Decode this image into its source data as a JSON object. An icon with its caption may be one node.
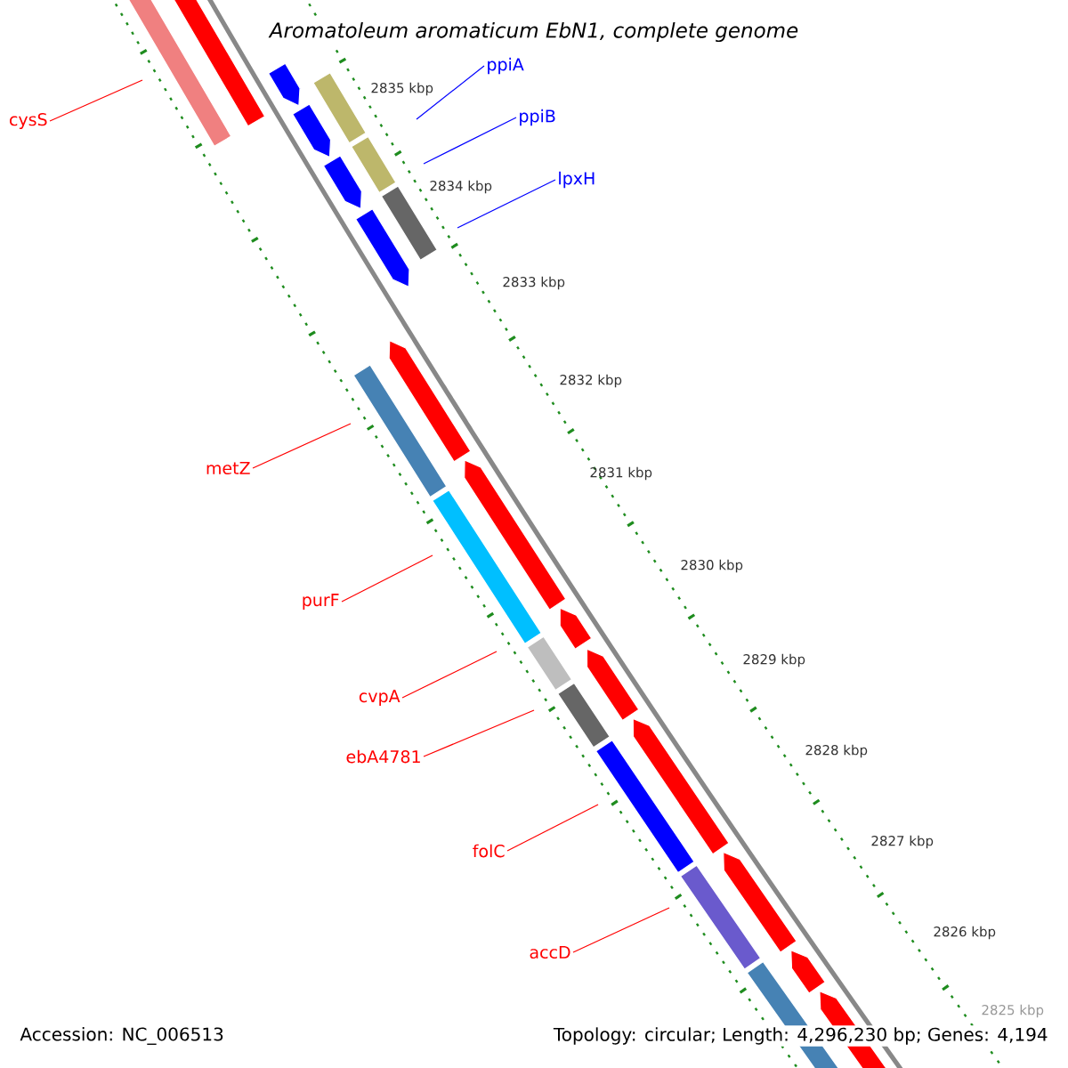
{
  "diagram": {
    "title": "Aromatoleum aromaticum EbN1, complete genome",
    "nodes": [
      {
        "text": [
          "cysS"
        ]
      },
      {
        "text": [
          "ppiA"
        ]
      },
      {
        "text": [
          "ppiB"
        ]
      },
      {
        "text": [
          "lpxH"
        ]
      },
      {
        "text": [
          "metZ"
        ]
      },
      {
        "text": [
          "purF"
        ]
      },
      {
        "text": [
          "cvpA"
        ]
      },
      {
        "text": [
          "ebA4781"
        ]
      },
      {
        "text": [
          "folC"
        ]
      },
      {
        "text": [
          "accD"
        ]
      }
    ],
    "edges": [
      {
        "from": 0,
        "to": null,
        "arrow": "none"
      },
      {
        "from": 1,
        "to": null,
        "arrow": "none",
        "color": "#0000ff"
      },
      {
        "from": 2,
        "to": null,
        "arrow": "none",
        "color": "#0000ff"
      },
      {
        "from": 3,
        "to": null,
        "arrow": "none",
        "color": "#0000ff"
      },
      {
        "from": 4,
        "to": null,
        "arrow": "none"
      },
      {
        "from": 5,
        "to": null,
        "arrow": "none"
      },
      {
        "from": 6,
        "to": null,
        "arrow": "none"
      },
      {
        "from": 7,
        "to": null,
        "arrow": "none"
      },
      {
        "from": 8,
        "to": null,
        "arrow": "none"
      },
      {
        "from": 9,
        "to": null,
        "arrow": "none"
      }
    ],
    "labels": [
      "2835 kbp",
      "2834 kbp",
      "2833 kbp",
      "2832 kbp",
      "2831 kbp",
      "2830 kbp",
      "2829 kbp",
      "2828 kbp",
      "2827 kbp",
      "2826 kbp",
      "2825 kbp",
      "Accession: NC_006513",
      "Topology: circular; Length: 4,296,230 bp; Genes: 4,194"
    ]
  }
}
